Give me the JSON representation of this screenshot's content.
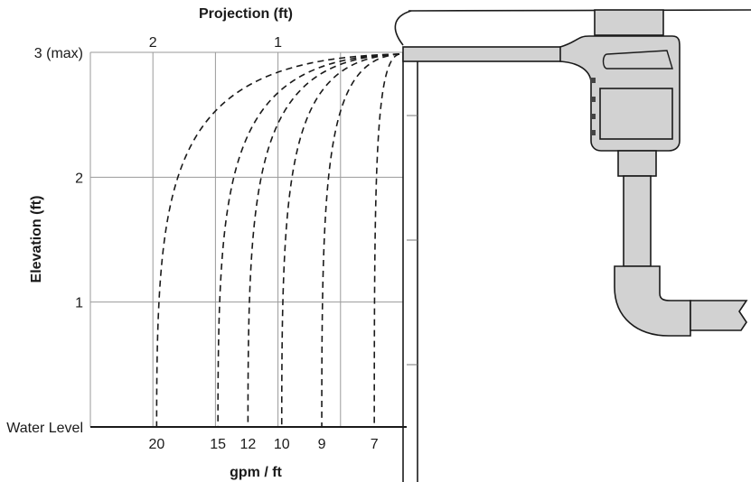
{
  "chart_data": {
    "type": "line",
    "title": "",
    "xlabel_top": "Projection (ft)",
    "xlabel_bottom": "gpm / ft",
    "ylabel": "Elevation (ft)",
    "top_ticks": [
      {
        "value": 2,
        "label": "2"
      },
      {
        "value": 1,
        "label": "1"
      }
    ],
    "y_ticks": [
      {
        "value": 3,
        "label": "3 (max)"
      },
      {
        "value": 2,
        "label": "2"
      },
      {
        "value": 1,
        "label": "1"
      },
      {
        "value": 0,
        "label": "Water Level"
      }
    ],
    "xlim": [
      2.5,
      0
    ],
    "ylim": [
      0,
      3
    ],
    "grid": true,
    "series": [
      {
        "name": "20",
        "projection_at_water_level": 1.97
      },
      {
        "name": "15",
        "projection_at_water_level": 1.48
      },
      {
        "name": "12",
        "projection_at_water_level": 1.24
      },
      {
        "name": "10",
        "projection_at_water_level": 0.97
      },
      {
        "name": "9",
        "projection_at_water_level": 0.65
      },
      {
        "name": "7",
        "projection_at_water_level": 0.23
      }
    ],
    "line_color": "#1a1a1a",
    "equipment_fill": "#d2d2d2"
  }
}
